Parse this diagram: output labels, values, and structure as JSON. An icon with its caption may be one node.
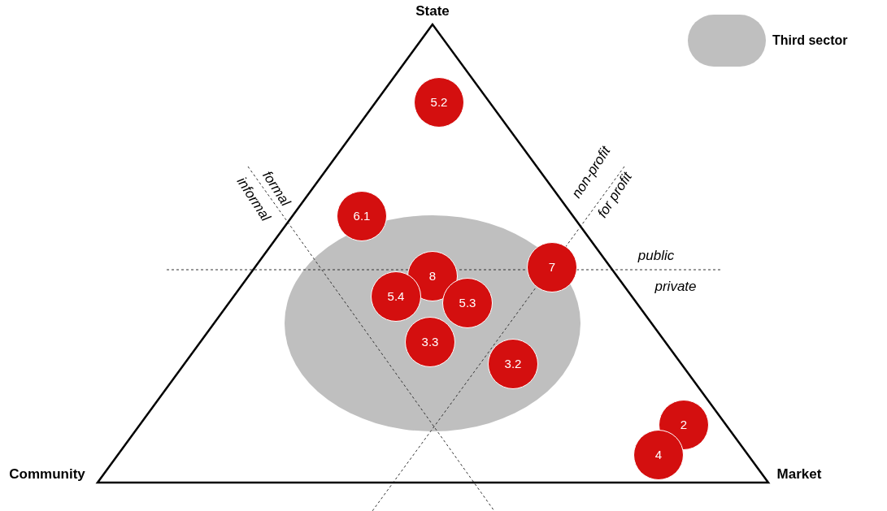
{
  "diagram": {
    "nodes": [
      {
        "text": [
          "5.2"
        ]
      },
      {
        "text": [
          "6.1"
        ]
      },
      {
        "text": [
          "7"
        ]
      },
      {
        "text": [
          "8"
        ]
      },
      {
        "text": [
          "5.4"
        ]
      },
      {
        "text": [
          "5.3"
        ]
      },
      {
        "text": [
          "3.3"
        ]
      },
      {
        "text": [
          "3.2"
        ]
      },
      {
        "text": [
          "2"
        ]
      },
      {
        "text": [
          "4"
        ]
      }
    ],
    "labels": [
      "State",
      "formal",
      "informal",
      "non-profit",
      "for profit",
      "public",
      "private",
      "Community",
      "Market"
    ],
    "legend": [
      {
        "text": "Third sector",
        "color": "#bfbfbf"
      }
    ]
  }
}
